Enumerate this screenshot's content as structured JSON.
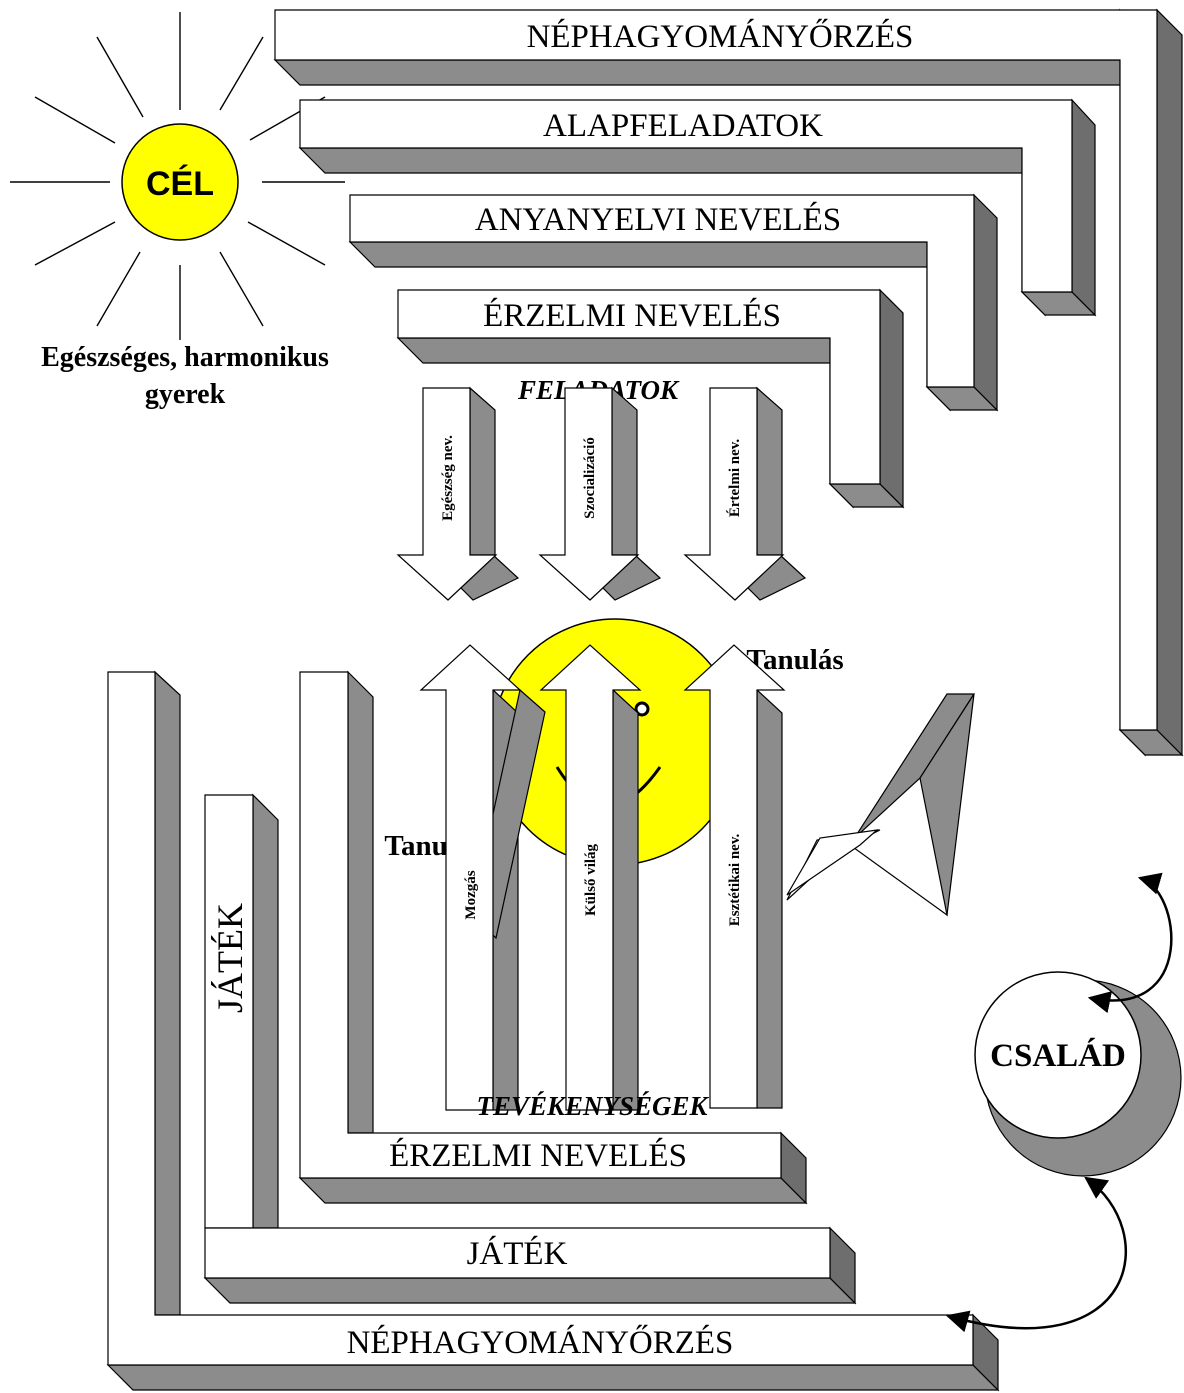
{
  "goal": {
    "sun_label": "CÉL",
    "caption_line1": "Egészséges, harmonikus",
    "caption_line2": "gyerek"
  },
  "top_bands": [
    "NÉPHAGYOMÁNYŐRZÉS",
    "ALAPFELADATOK",
    "ANYANYELVI NEVELÉS",
    "ÉRZELMI NEVELÉS"
  ],
  "tasks": {
    "title": "FELADATOK",
    "arrows": [
      "Egészség nev.",
      "Szocializáció",
      "Értelmi nev."
    ]
  },
  "learning": {
    "label_right": "Tanulás",
    "label_left": "Tanulás"
  },
  "activities": {
    "title": "TEVÉKENYSÉGEK",
    "arrows": [
      "Mozgás",
      "Külső világ",
      "Esztétikai nev."
    ]
  },
  "bottom_bands": {
    "inner": "ÉRZELMI NEVELÉS",
    "middle": "JÁTÉK",
    "outer": "NÉPHAGYOMÁNYŐRZÉS",
    "vertical": "JÁTÉK"
  },
  "family": {
    "label": "CSALÁD"
  },
  "colors": {
    "yellow": "#ffff00",
    "shade": "#8c8c8c",
    "outline": "#000000",
    "background": "#ffffff"
  }
}
